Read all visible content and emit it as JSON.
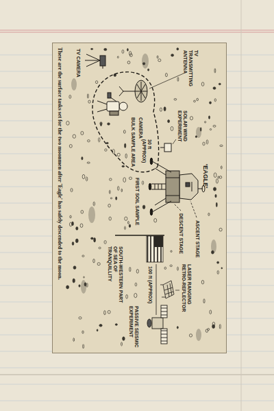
{
  "diagram": {
    "caption": "These are the surface tasks set for the two moonmen after 'Eagle' has safely descended to the moon.",
    "labels": [
      "TV TRANSMITTING ANTENNA",
      "SOLAR WIND EXPERIMENT",
      "'EAGLE'",
      "ASCENT STAGE",
      "DESCENT STAGE",
      "LASER RANGING RETRO-REFLECTOR",
      "TV CAMERA",
      "CAMERA",
      "BULK SAMPLE AREA",
      "30 ft (APPROX)",
      "FIRST SOIL SAMPLE",
      "100 ft (APPROX)",
      "PASSIVE SEISMIC EXPERIMENT",
      "SOUTH-WESTERN PART OF SEA OF TRANQUILLITY"
    ]
  }
}
